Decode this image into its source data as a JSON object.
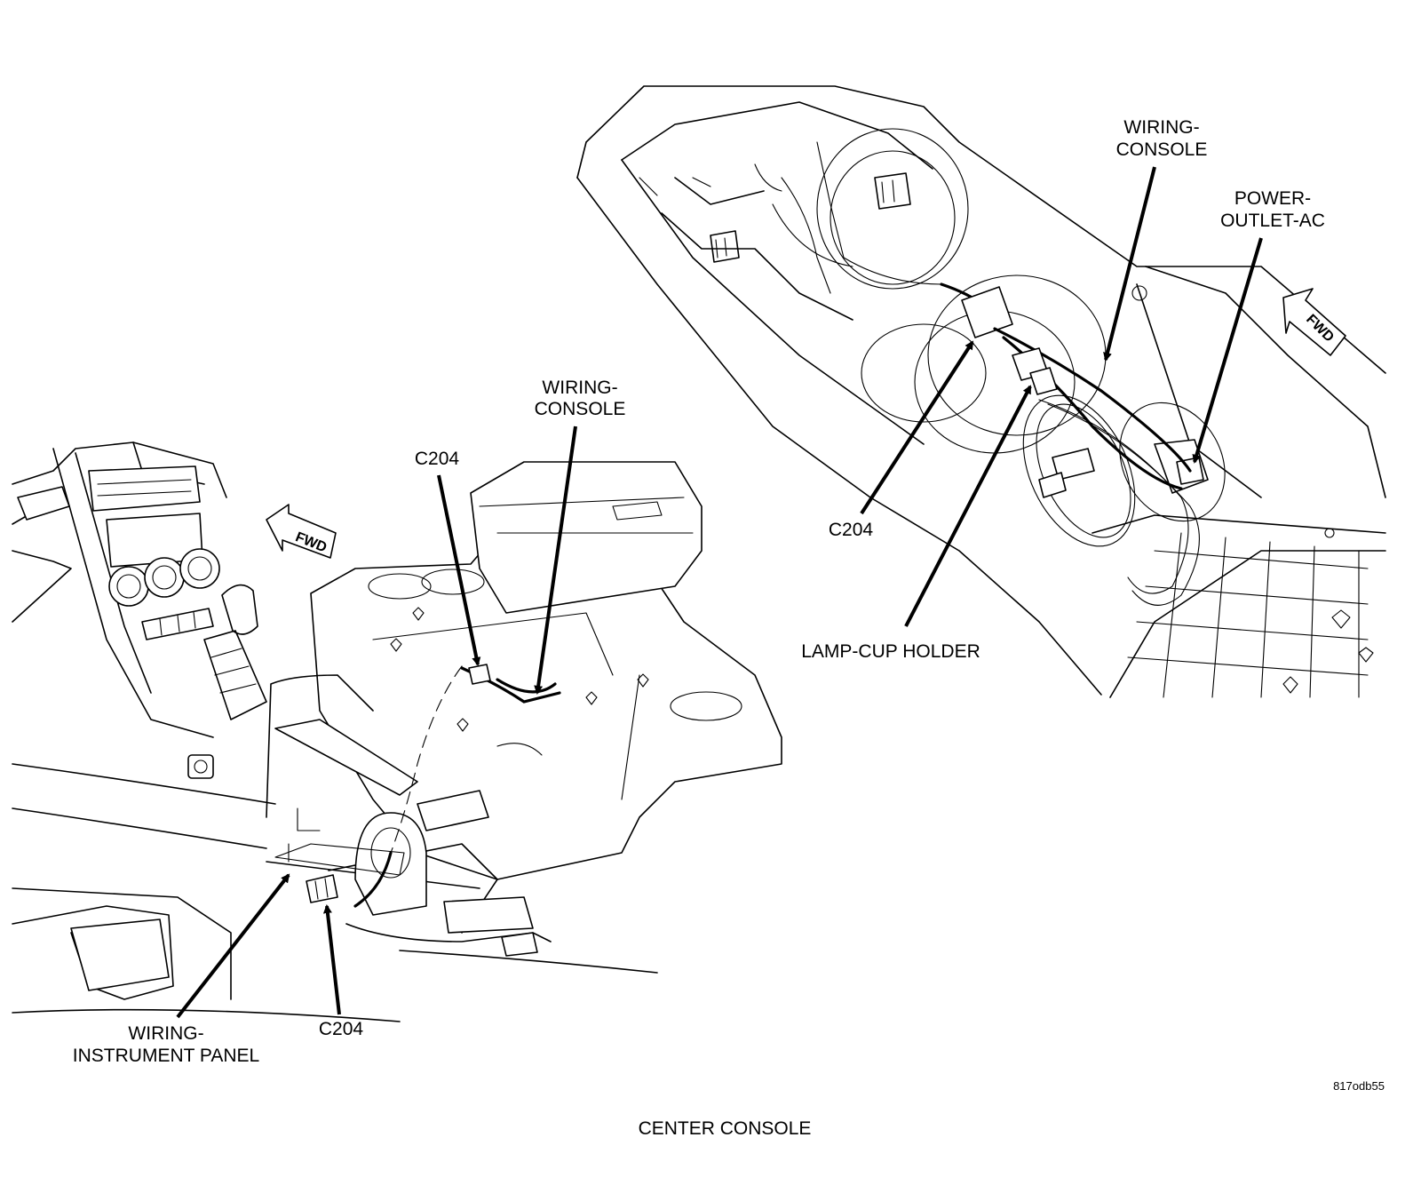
{
  "labels": {
    "left_wiring_console": [
      "WIRING-",
      "CONSOLE"
    ],
    "left_c204_top": "C204",
    "left_wiring_instrument_panel": [
      "WIRING-",
      "INSTRUMENT PANEL"
    ],
    "left_c204_bottom": "C204",
    "right_wiring_console": [
      "WIRING-",
      "CONSOLE"
    ],
    "right_power_outlet": [
      "POWER-",
      "OUTLET-AC"
    ],
    "right_c204": "C204",
    "right_lamp_cup_holder": "LAMP-CUP HOLDER",
    "fwd_left": "FWD",
    "fwd_right": "FWD",
    "figure_code": "817odb55",
    "caption": "CENTER CONSOLE"
  }
}
